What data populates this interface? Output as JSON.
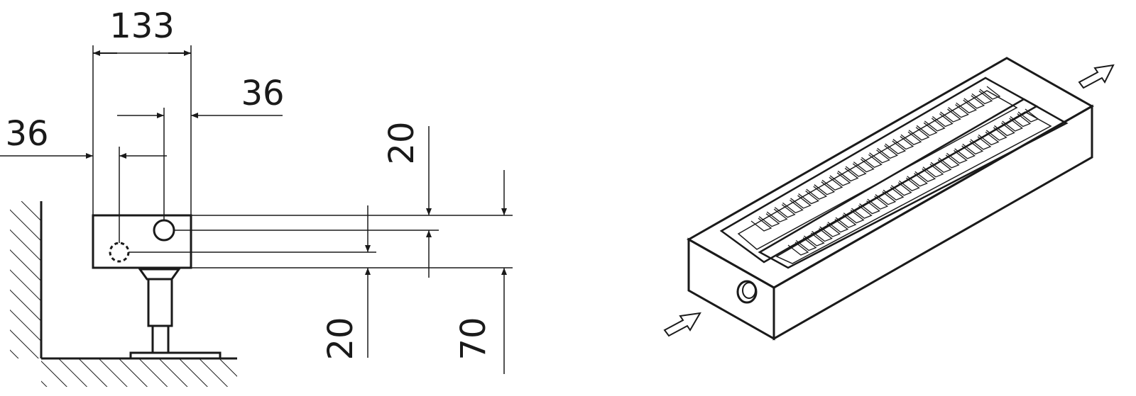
{
  "dimensions": {
    "width_total": "133",
    "offset_top": "36",
    "offset_left": "36",
    "height_upper": "20",
    "height_lower": "20",
    "height_total": "70"
  },
  "colors": {
    "stroke": "#1a1a1a",
    "background": "#ffffff"
  },
  "icons": {
    "inlet": "arrow-inlet-icon",
    "outlet": "arrow-outlet-icon"
  }
}
